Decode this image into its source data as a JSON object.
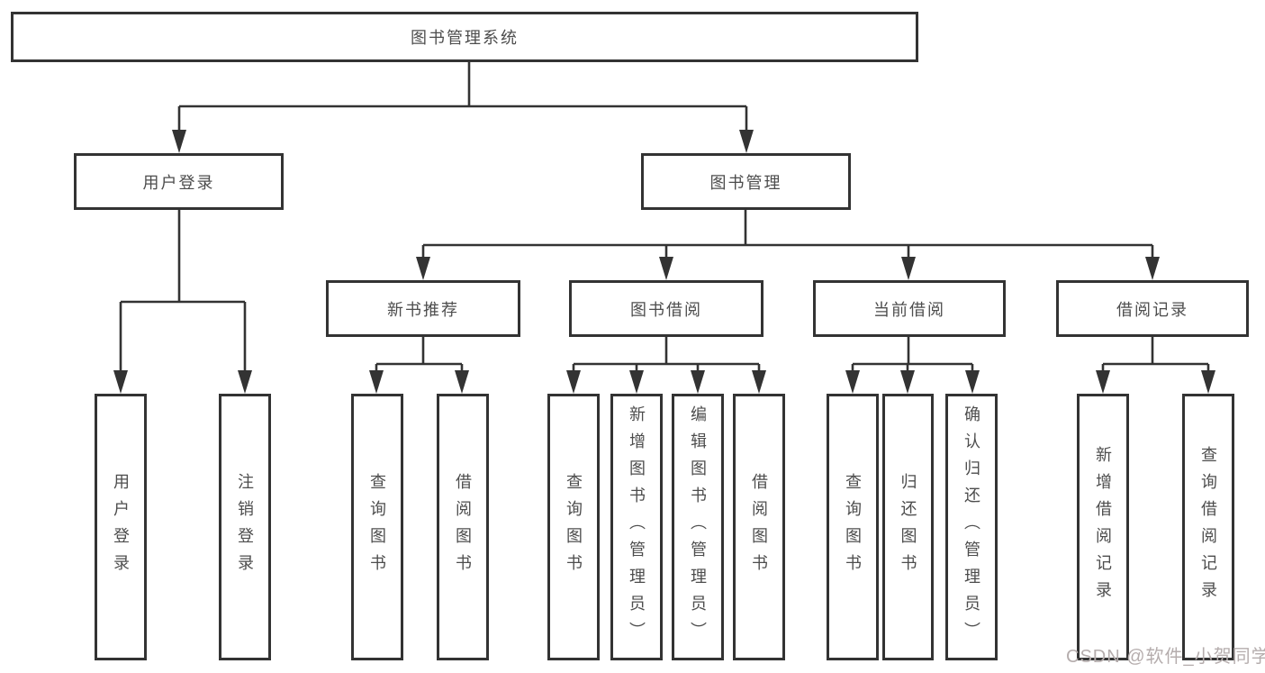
{
  "diagram": {
    "tree": {
      "label": "图书管理系统",
      "children": [
        {
          "label": "用户登录",
          "children": [
            {
              "label": "用户登录"
            },
            {
              "label": "注销登录"
            }
          ]
        },
        {
          "label": "图书管理",
          "children": [
            {
              "label": "新书推荐",
              "children": [
                {
                  "label": "查询图书"
                },
                {
                  "label": "借阅图书"
                }
              ]
            },
            {
              "label": "图书借阅",
              "children": [
                {
                  "label": "查询图书"
                },
                {
                  "label": "新增图书（管理员）"
                },
                {
                  "label": "编辑图书（管理员）"
                },
                {
                  "label": "借阅图书"
                }
              ]
            },
            {
              "label": "当前借阅",
              "children": [
                {
                  "label": "查询图书"
                },
                {
                  "label": "归还图书"
                },
                {
                  "label": "确认归还（管理员）"
                }
              ]
            },
            {
              "label": "借阅记录",
              "children": [
                {
                  "label": "新增借阅记录"
                },
                {
                  "label": "查询借阅记录"
                }
              ]
            }
          ]
        }
      ]
    },
    "watermark": "CSDN @软件_小贺同学",
    "colors": {
      "line": "#333333",
      "text": "#4d4d4d",
      "watermark": "#b5adad",
      "background": "#ffffff"
    }
  }
}
